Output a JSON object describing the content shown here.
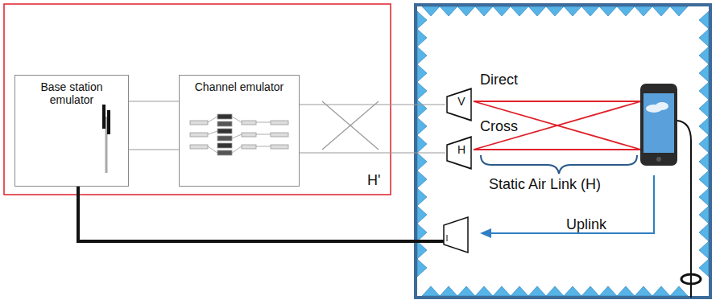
{
  "diagram": {
    "nodes": [
      {
        "text": [
          "Base station emulator"
        ]
      },
      {
        "text": [
          "Channel emulator"
        ]
      },
      {
        "text": [
          "V"
        ]
      },
      {
        "text": [
          "H"
        ]
      }
    ],
    "edges": [
      {
        "from": 0,
        "to": 1,
        "arrow": "none"
      },
      {
        "from": 0,
        "to": 1,
        "arrow": "none"
      },
      {
        "from": 1,
        "to": 2,
        "arrow": "none"
      },
      {
        "from": 1,
        "to": 3,
        "arrow": "none"
      }
    ],
    "labels": [
      "Direct",
      "Cross",
      "Static Air Link (H)",
      "Uplink",
      "H'"
    ]
  }
}
